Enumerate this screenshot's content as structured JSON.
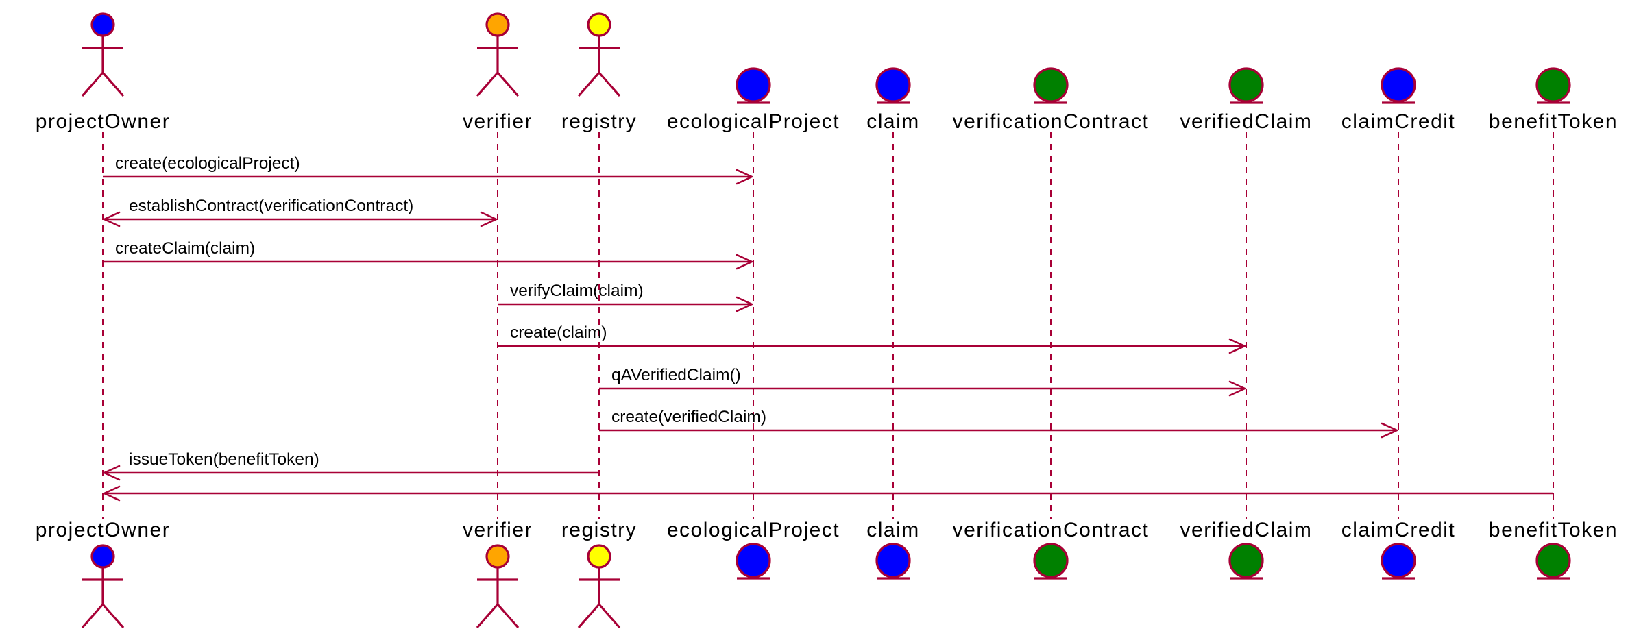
{
  "participants": [
    {
      "id": "projectOwner",
      "name": "projectOwner",
      "kind": "actor",
      "color": "#0000FF"
    },
    {
      "id": "verifier",
      "name": "verifier",
      "kind": "actor",
      "color": "#FFA500"
    },
    {
      "id": "registry",
      "name": "registry",
      "kind": "actor",
      "color": "#FFFF00"
    },
    {
      "id": "ecologicalProject",
      "name": "ecologicalProject",
      "kind": "entity",
      "color": "#0000FF"
    },
    {
      "id": "claim",
      "name": "claim",
      "kind": "entity",
      "color": "#0000FF"
    },
    {
      "id": "verificationContract",
      "name": "verificationContract",
      "kind": "entity",
      "color": "#008000"
    },
    {
      "id": "verifiedClaim",
      "name": "verifiedClaim",
      "kind": "entity",
      "color": "#008000"
    },
    {
      "id": "claimCredit",
      "name": "claimCredit",
      "kind": "entity",
      "color": "#0000FF"
    },
    {
      "id": "benefitToken",
      "name": "benefitToken",
      "kind": "entity",
      "color": "#008000"
    }
  ],
  "messages": [
    {
      "from": "projectOwner",
      "to": "ecologicalProject",
      "label": "create(ecologicalProject)",
      "bidirectional": false
    },
    {
      "from": "projectOwner",
      "to": "verifier",
      "label": "establishContract(verificationContract)",
      "bidirectional": true
    },
    {
      "from": "projectOwner",
      "to": "ecologicalProject",
      "label": "createClaim(claim)",
      "bidirectional": false
    },
    {
      "from": "verifier",
      "to": "ecologicalProject",
      "label": "verifyClaim(claim)",
      "bidirectional": false
    },
    {
      "from": "verifier",
      "to": "verifiedClaim",
      "label": "create(claim)",
      "bidirectional": false
    },
    {
      "from": "registry",
      "to": "verifiedClaim",
      "label": "qAVerifiedClaim()",
      "bidirectional": false
    },
    {
      "from": "registry",
      "to": "claimCredit",
      "label": "create(verifiedClaim)",
      "bidirectional": false
    },
    {
      "from": "registry",
      "to": "projectOwner",
      "label": "issueToken(benefitToken)",
      "bidirectional": false
    },
    {
      "from": "benefitToken",
      "to": "projectOwner",
      "label": "",
      "bidirectional": false
    }
  ],
  "colors": {
    "line": "#A80036",
    "text": "#000000",
    "background": "#FFFFFF"
  }
}
